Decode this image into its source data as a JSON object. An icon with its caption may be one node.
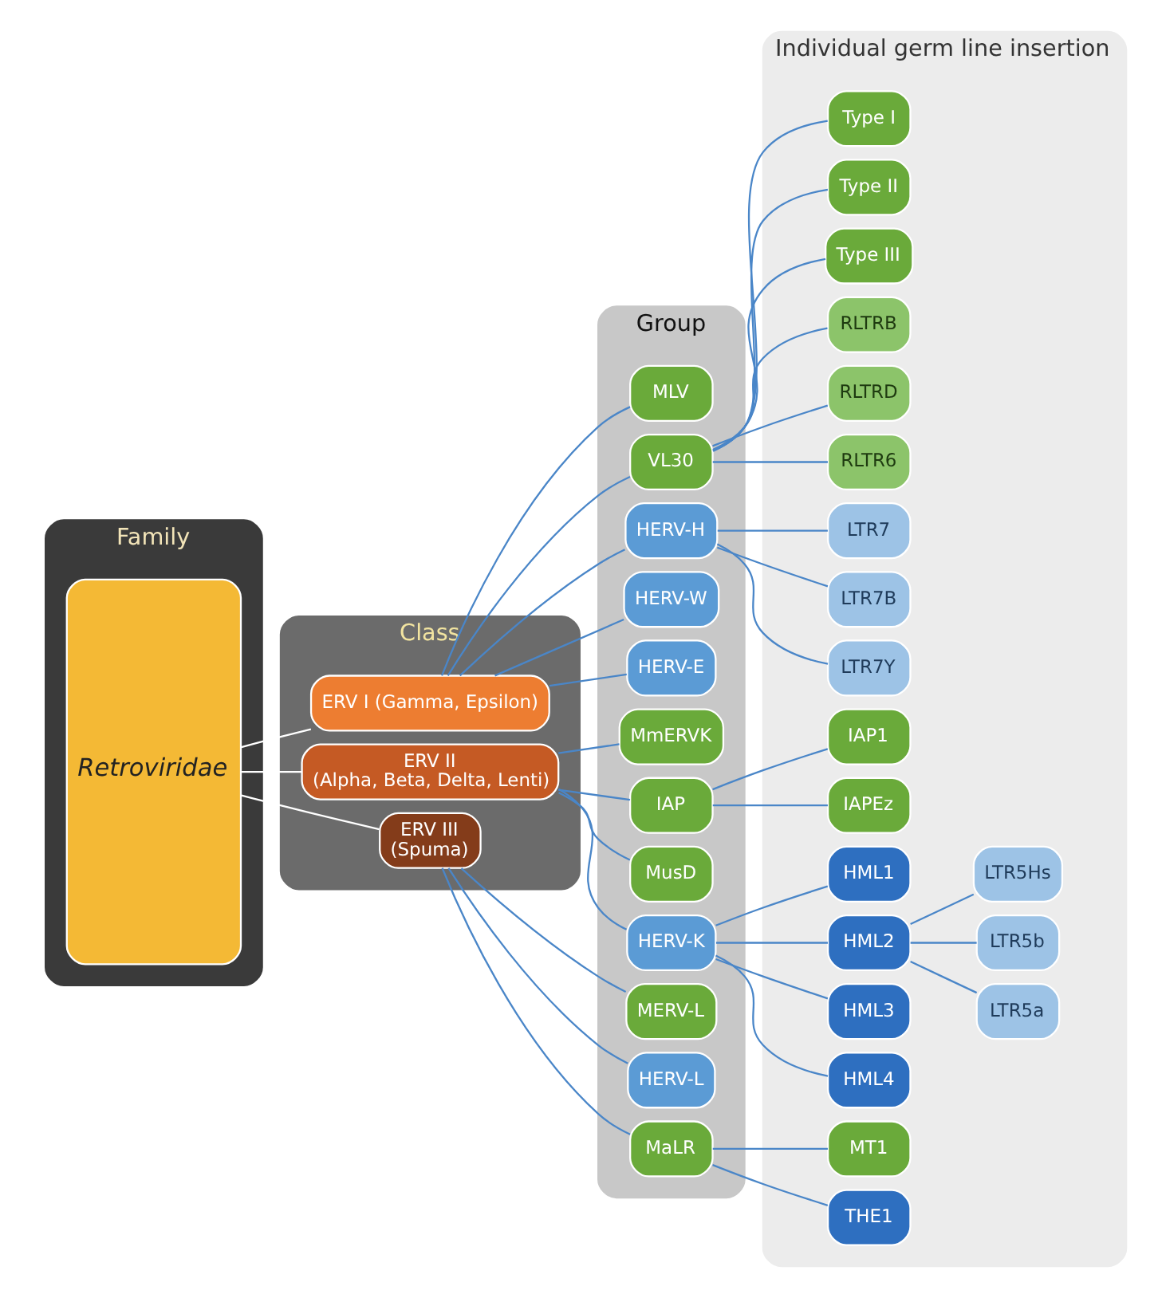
{
  "diagram": {
    "nodes": [
      {
        "text": [
          "Family"
        ]
      },
      {
        "text": [
          "Retroviridae"
        ],
        "in": 0
      },
      {
        "text": [
          "Class"
        ]
      },
      {
        "text": [
          "ERV I (Gamma, Epsilon)"
        ],
        "in": 2
      },
      {
        "text": [
          "ERV II",
          "(Alpha, Beta, Delta, Lenti)"
        ],
        "in": 2
      },
      {
        "text": [
          "ERV III",
          "(Spuma)"
        ],
        "in": 2
      },
      {
        "text": [
          "Group"
        ]
      },
      {
        "text": [
          "MLV"
        ],
        "in": 6
      },
      {
        "text": [
          "VL30"
        ],
        "in": 6
      },
      {
        "text": [
          "HERV-H"
        ],
        "in": 6
      },
      {
        "text": [
          "HERV-W"
        ],
        "in": 6
      },
      {
        "text": [
          "HERV-E"
        ],
        "in": 6
      },
      {
        "text": [
          "MmERVK"
        ],
        "in": 6
      },
      {
        "text": [
          "IAP"
        ],
        "in": 6
      },
      {
        "text": [
          "MusD"
        ],
        "in": 6
      },
      {
        "text": [
          "HERV-K"
        ],
        "in": 6
      },
      {
        "text": [
          "MERV-L"
        ],
        "in": 6
      },
      {
        "text": [
          "HERV-L"
        ],
        "in": 6
      },
      {
        "text": [
          "MaLR"
        ],
        "in": 6
      },
      {
        "text": [
          "Individual germ line insertion"
        ]
      },
      {
        "text": [
          "Type I"
        ],
        "in": 19
      },
      {
        "text": [
          "Type II"
        ],
        "in": 19
      },
      {
        "text": [
          "Type III"
        ],
        "in": 19
      },
      {
        "text": [
          "RLTRB"
        ],
        "in": 19
      },
      {
        "text": [
          "RLTRD"
        ],
        "in": 19
      },
      {
        "text": [
          "RLTR6"
        ],
        "in": 19
      },
      {
        "text": [
          "LTR7"
        ],
        "in": 19
      },
      {
        "text": [
          "LTR7B"
        ],
        "in": 19
      },
      {
        "text": [
          "LTR7Y"
        ],
        "in": 19
      },
      {
        "text": [
          "IAP1"
        ],
        "in": 19
      },
      {
        "text": [
          "IAPEz"
        ],
        "in": 19
      },
      {
        "text": [
          "HML1"
        ],
        "in": 19
      },
      {
        "text": [
          "HML2"
        ],
        "in": 19
      },
      {
        "text": [
          "HML3"
        ],
        "in": 19
      },
      {
        "text": [
          "HML4"
        ],
        "in": 19
      },
      {
        "text": [
          "LTR5a"
        ],
        "in": 19
      },
      {
        "text": [
          "LTR5b"
        ],
        "in": 19
      },
      {
        "text": [
          "LTR5Hs"
        ],
        "in": 19
      },
      {
        "text": [
          "MT1"
        ],
        "in": 19
      },
      {
        "text": [
          "THE1"
        ],
        "in": 19
      }
    ],
    "edges": [
      {
        "from": 1,
        "to": 3,
        "arrow": "none",
        "color": "#ffffff"
      },
      {
        "from": 1,
        "to": 4,
        "arrow": "none",
        "color": "#ffffff"
      },
      {
        "from": 1,
        "to": 5,
        "arrow": "none",
        "color": "#ffffff"
      },
      {
        "from": 3,
        "to": 7,
        "arrow": "none"
      },
      {
        "from": 3,
        "to": 8,
        "arrow": "none"
      },
      {
        "from": 3,
        "to": 9,
        "arrow": "none"
      },
      {
        "from": 3,
        "to": 10,
        "arrow": "none"
      },
      {
        "from": 3,
        "to": 11,
        "arrow": "none"
      },
      {
        "from": 4,
        "to": 12,
        "arrow": "none"
      },
      {
        "from": 4,
        "to": 13,
        "arrow": "none"
      },
      {
        "from": 4,
        "to": 14,
        "arrow": "none"
      },
      {
        "from": 4,
        "to": 15,
        "arrow": "none"
      },
      {
        "from": 5,
        "to": 16,
        "arrow": "none"
      },
      {
        "from": 5,
        "to": 17,
        "arrow": "none"
      },
      {
        "from": 5,
        "to": 18,
        "arrow": "none"
      },
      {
        "from": 8,
        "to": 20,
        "arrow": "none"
      },
      {
        "from": 8,
        "to": 21,
        "arrow": "none"
      },
      {
        "from": 8,
        "to": 22,
        "arrow": "none"
      },
      {
        "from": 8,
        "to": 23,
        "arrow": "none"
      },
      {
        "from": 8,
        "to": 24,
        "arrow": "none"
      },
      {
        "from": 8,
        "to": 25,
        "arrow": "none"
      },
      {
        "from": 9,
        "to": 26,
        "arrow": "none"
      },
      {
        "from": 9,
        "to": 27,
        "arrow": "none"
      },
      {
        "from": 9,
        "to": 28,
        "arrow": "none"
      },
      {
        "from": 13,
        "to": 29,
        "arrow": "none"
      },
      {
        "from": 13,
        "to": 30,
        "arrow": "none"
      },
      {
        "from": 15,
        "to": 31,
        "arrow": "none"
      },
      {
        "from": 15,
        "to": 32,
        "arrow": "none"
      },
      {
        "from": 15,
        "to": 33,
        "arrow": "none"
      },
      {
        "from": 15,
        "to": 34,
        "arrow": "none"
      },
      {
        "from": 32,
        "to": 35,
        "arrow": "none"
      },
      {
        "from": 32,
        "to": 36,
        "arrow": "none"
      },
      {
        "from": 32,
        "to": 37,
        "arrow": "none"
      },
      {
        "from": 18,
        "to": 38,
        "arrow": "none"
      },
      {
        "from": 18,
        "to": 39,
        "arrow": "none"
      }
    ]
  }
}
